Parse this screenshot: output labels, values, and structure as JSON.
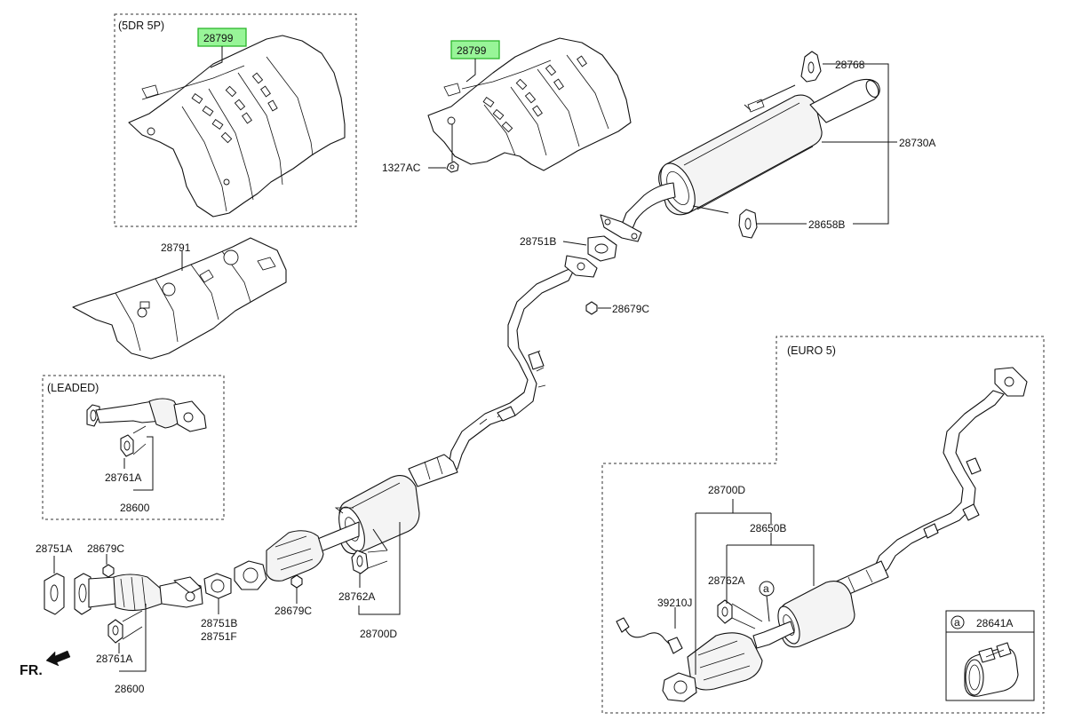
{
  "sections": {
    "top_left": "(5DR 5P)",
    "leaded": "(LEADED)",
    "euro5": "(EURO 5)"
  },
  "labels": {
    "heat_protector_upper_a": "28799",
    "heat_protector_upper_b": "28799",
    "nut_1327ac": "1327AC",
    "hanger_28768": "28768",
    "muffler_28730a": "28730A",
    "hanger_28658b": "28658B",
    "gasket_28751b_top": "28751B",
    "nut_28679c_top": "28679C",
    "heat_protector_28791": "28791",
    "leaded_28761a": "28761A",
    "leaded_28600": "28600",
    "gasket_28751a": "28751A",
    "nut_28679c_left": "28679C",
    "bottom_28761a": "28761A",
    "bottom_28600": "28600",
    "gasket_28751b_mid": "28751B",
    "gasket_28751f_mid": "28751F",
    "nut_28679c_mid": "28679C",
    "hanger_28762a": "28762A",
    "pipe_28700d": "28700D",
    "euro_28700d": "28700D",
    "euro_28650b": "28650B",
    "euro_28762a": "28762A",
    "euro_39210j": "39210J",
    "euro_ref_a": "a",
    "clamp_ref_a": "a",
    "clamp_28641a": "28641A",
    "front_indicator": "FR."
  },
  "highlight_color": "#98f598",
  "icons": [
    "front-arrow-icon"
  ]
}
